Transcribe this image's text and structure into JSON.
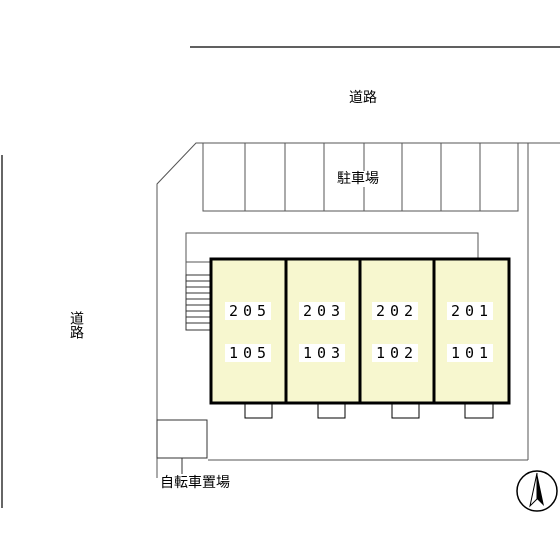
{
  "labels": {
    "road_top": "道路",
    "road_left": "道路",
    "parking": "駐車場",
    "bicycle_parking": "自転車置場"
  },
  "units": [
    {
      "upper": "205",
      "lower": "105"
    },
    {
      "upper": "203",
      "lower": "103"
    },
    {
      "upper": "202",
      "lower": "102"
    },
    {
      "upper": "201",
      "lower": "101"
    }
  ],
  "colors": {
    "unit_fill": "#f7f7cf",
    "line": "#000000"
  },
  "icons": [
    "north-arrow-icon",
    "stairs-icon"
  ]
}
